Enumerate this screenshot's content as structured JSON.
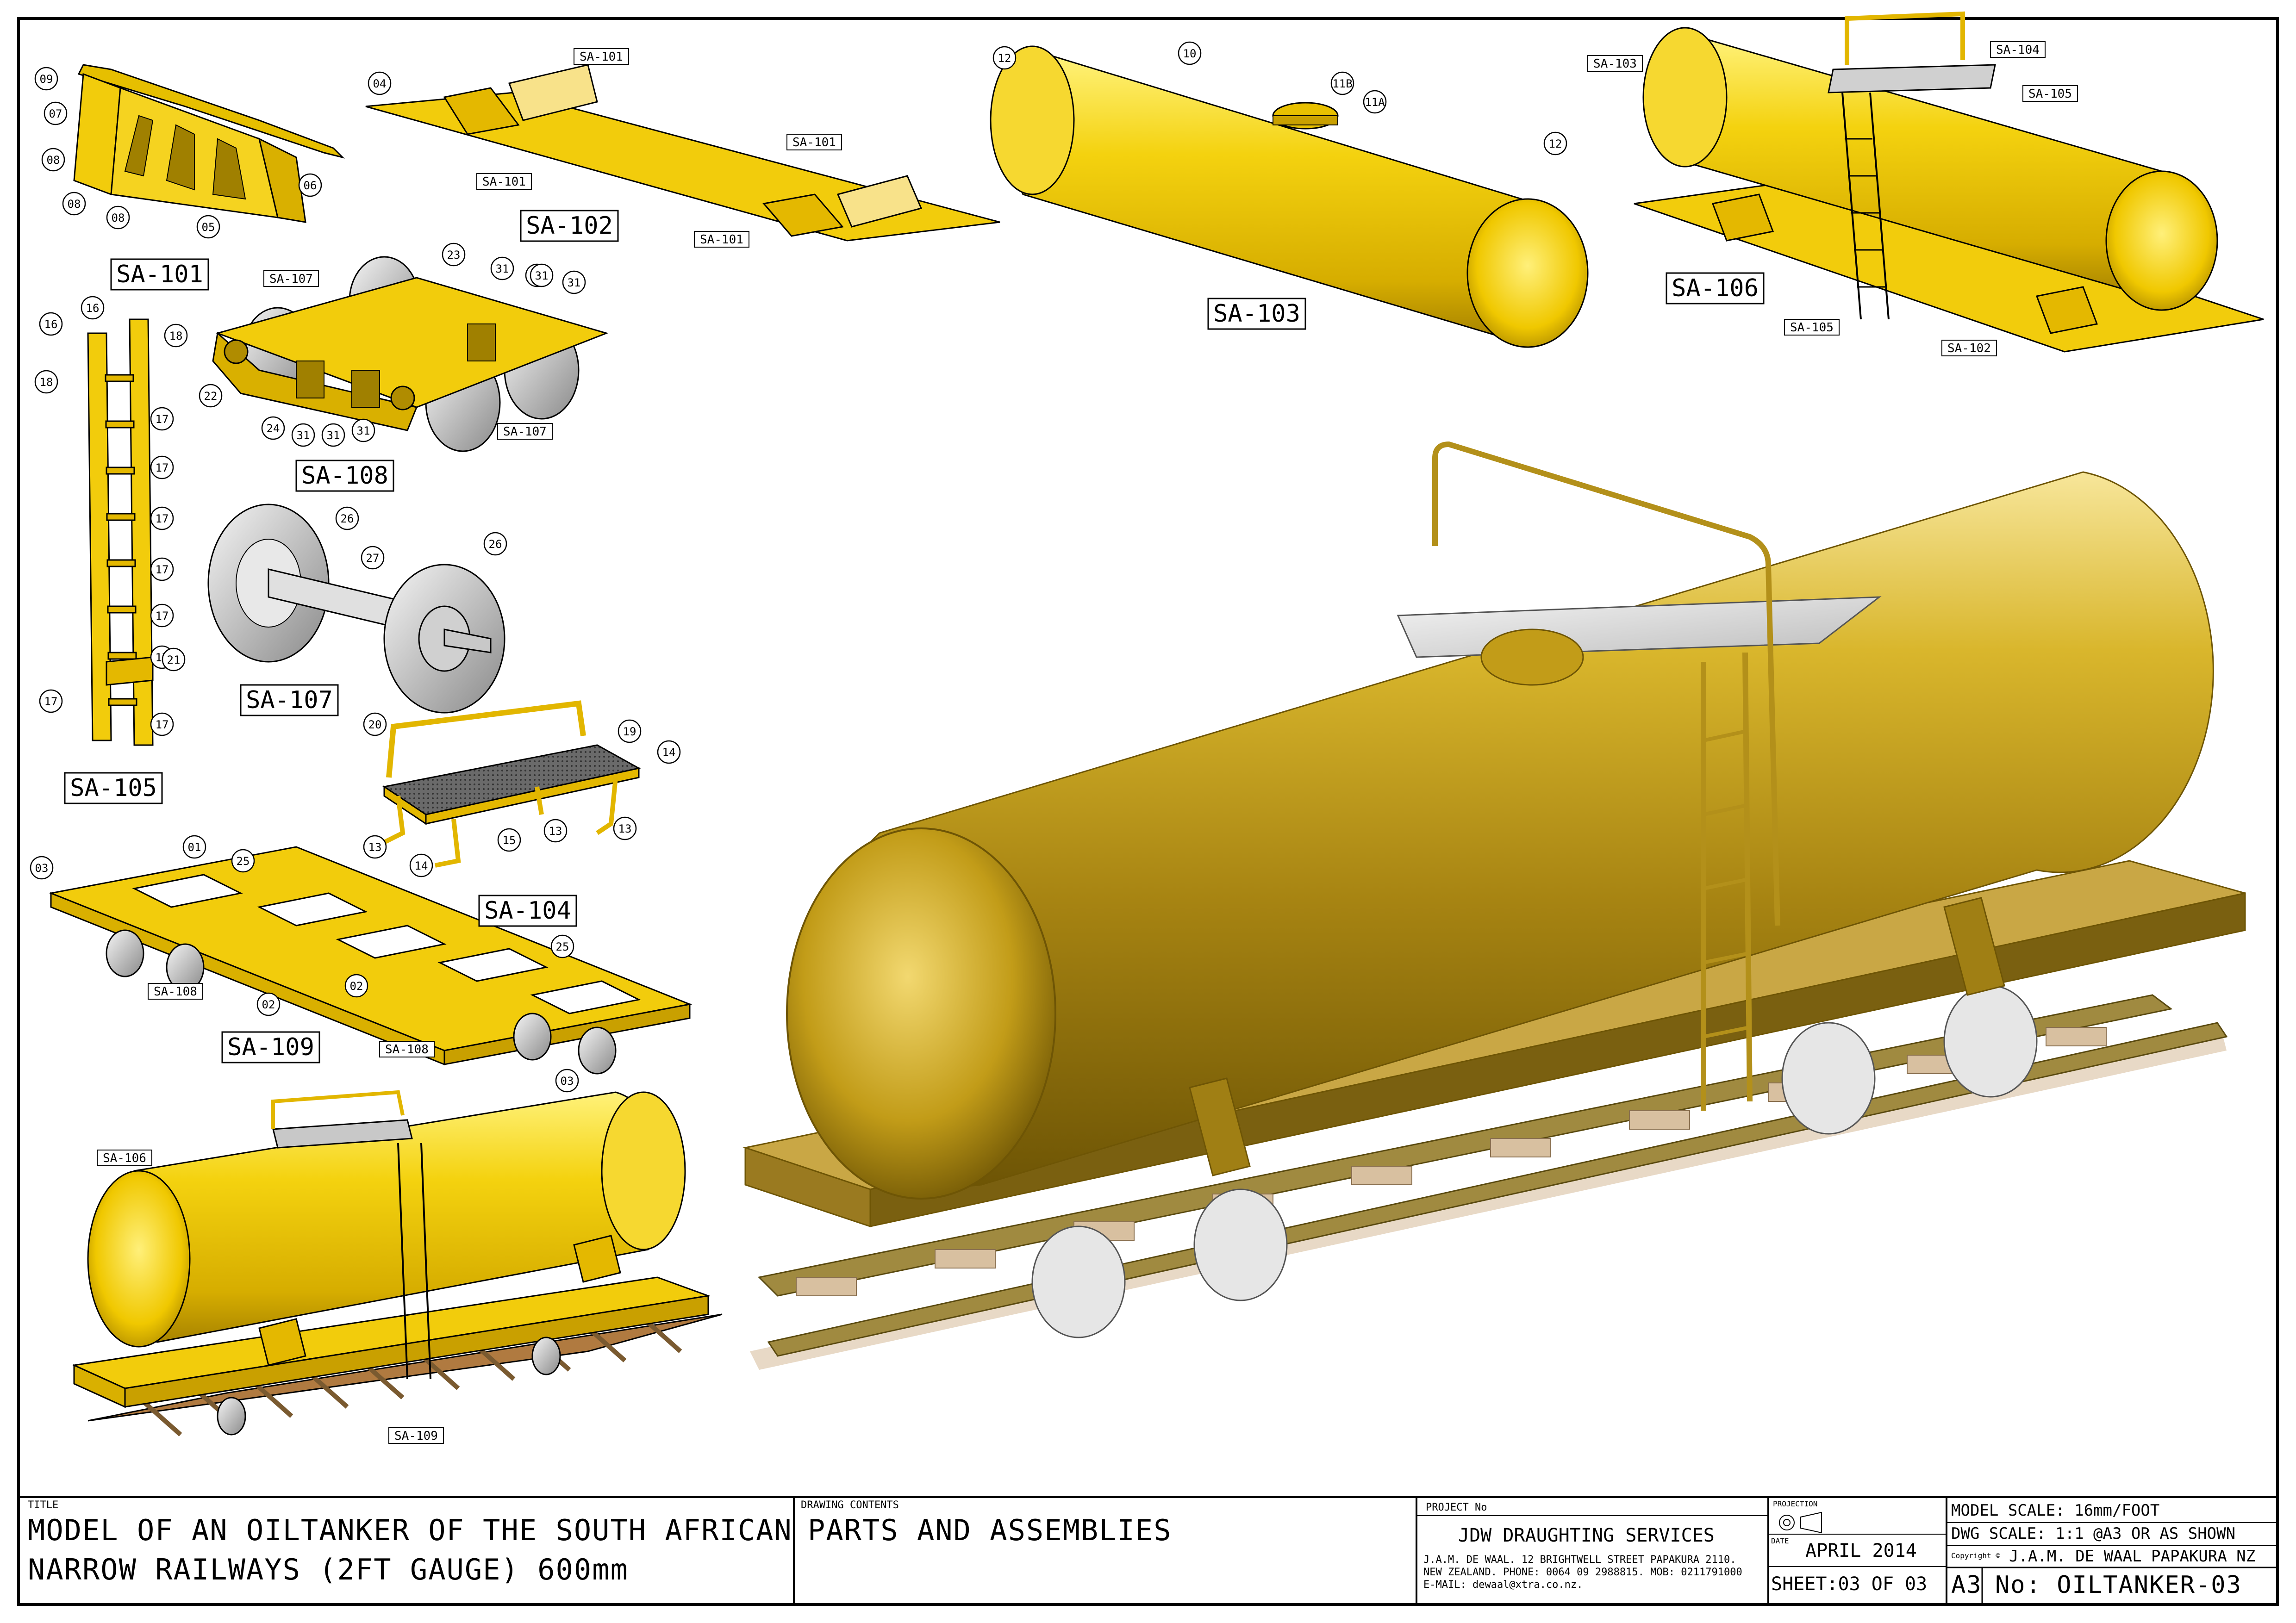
{
  "labels": {
    "sa101": "SA-101",
    "sa102": "SA-102",
    "sa103": "SA-103",
    "sa104": "SA-104",
    "sa105": "SA-105",
    "sa106": "SA-106",
    "sa107": "SA-107",
    "sa108": "SA-108",
    "sa109": "SA-109"
  },
  "balloons": {
    "b01": "01",
    "b02": "02",
    "b03": "03",
    "b04": "04",
    "b05": "05",
    "b06": "06",
    "b07": "07",
    "b08": "08",
    "b09": "09",
    "b10": "10",
    "b11a": "11A",
    "b11b": "11B",
    "b12": "12",
    "b13": "13",
    "b14": "14",
    "b15": "15",
    "b16": "16",
    "b17": "17",
    "b18": "18",
    "b19": "19",
    "b20": "20",
    "b21": "21",
    "b22": "22",
    "b23": "23",
    "b24": "24",
    "b25": "25",
    "b26": "26",
    "b27": "27",
    "b31": "31"
  },
  "title_block": {
    "title_caption": "TITLE",
    "title_line1": "MODEL OF AN OILTANKER OF THE SOUTH AFRICAN",
    "title_line2": "NARROW RAILWAYS (2FT GAUGE) 600mm",
    "contents_caption": "DRAWING CONTENTS",
    "contents": "PARTS AND ASSEMBLIES",
    "project_caption": "PROJECT No",
    "company": "JDW DRAUGHTING SERVICES",
    "address1": "J.A.M. DE WAAL. 12 BRIGHTWELL STREET PAPAKURA 2110.",
    "address2": "NEW ZEALAND. PHONE: 0064 09 2988815. MOB: 0211791000",
    "address3": "E-MAIL: dewaal@xtra.co.nz.",
    "projection_caption": "PROJECTION",
    "date_caption": "DATE",
    "date": "APRIL 2014",
    "sheet": "SHEET:03 OF 03",
    "model_scale": "MODEL SCALE: 16mm/FOOT",
    "dwg_scale": "DWG SCALE: 1:1 @A3 OR AS SHOWN",
    "copyright_label": "Copyright ©",
    "copyright": "J.A.M. DE WAAL PAPAKURA NZ",
    "size": "A3",
    "number": "No: OILTANKER-03"
  },
  "colors": {
    "part_yellow": "#f2cc0c",
    "part_shadow": "#b89400",
    "render_gold": "#c9a21c",
    "rail": "#a08a40",
    "sleeper": "#d8c0a0"
  }
}
